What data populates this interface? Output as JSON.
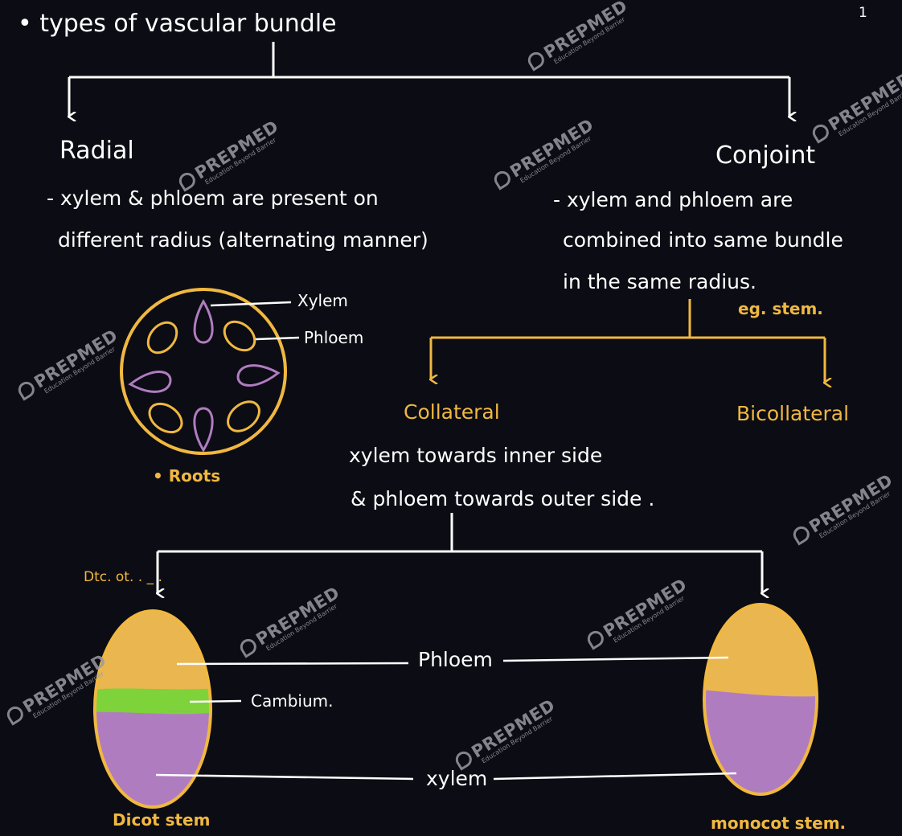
{
  "heading": "• types of vascular bundle",
  "page_no": "1",
  "radial": {
    "title": "Radial",
    "line1": "- xylem & phloem are present on",
    "line2": "different radius (alternating manner)",
    "label_xylem": "Xylem",
    "label_phloem": "Phloem",
    "example": "• Roots"
  },
  "conjoint": {
    "title": "Conjoint",
    "line1": "- xylem and phloem are",
    "line2": "combined into same bundle",
    "line3": "in the same radius.",
    "example": "eg. stem."
  },
  "collateral": {
    "title": "Collateral",
    "line1": "xylem towards inner side",
    "line2": "& phloem towards outer side ."
  },
  "bicollateral": {
    "title": "Bicollateral"
  },
  "dicot_note": "Dtc. ot. .  _ .",
  "stems": {
    "phloem": "Phloem",
    "cambium": "Cambium.",
    "xylem": "xylem",
    "dicot": "Dicot stem",
    "monocot": "monocot stem."
  },
  "watermark": {
    "brand": "PREPMED",
    "tagline": "Education Beyond Barrier"
  },
  "colors": {
    "background": "#0c0c14",
    "line_white": "#ffffff",
    "yellow": "#f0b840",
    "purple": "#b07cc0",
    "green": "#7ed23a",
    "orange_fill": "#eab650"
  }
}
